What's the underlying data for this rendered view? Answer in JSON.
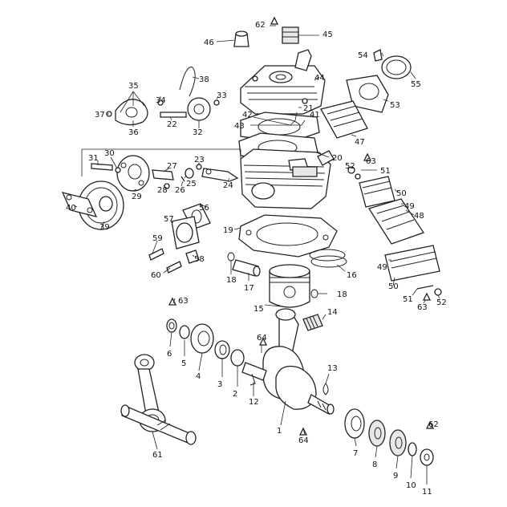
{
  "labels": {
    "l1": "1",
    "l2": "2",
    "l3": "3",
    "l4": "4",
    "l5": "5",
    "l6": "6",
    "l7": "7",
    "l8": "8",
    "l9": "9",
    "l10": "10",
    "l11": "11",
    "l12": "12",
    "l13": "13",
    "l14": "14",
    "l15": "15",
    "l16": "16",
    "l17": "17",
    "l18a": "18",
    "l18b": "18",
    "l19": "19",
    "l20": "20",
    "l21": "21",
    "l22": "22",
    "l23": "23",
    "l24": "24",
    "l25": "25",
    "l26": "26",
    "l27": "27",
    "l28": "28",
    "l29": "29",
    "l30": "30",
    "l31": "31",
    "l32": "32",
    "l33": "33",
    "l34": "34",
    "l35": "35",
    "l36": "36",
    "l37": "37",
    "l38": "38",
    "l39": "39",
    "l40": "40",
    "l41": "41",
    "l42": "42",
    "l43": "43",
    "l44": "44",
    "l45": "45",
    "l46": "46",
    "l47": "47",
    "l48": "48",
    "l49a": "49",
    "l49b": "49",
    "l50a": "50",
    "l50b": "50",
    "l51a": "51",
    "l51b": "51",
    "l52a": "52",
    "l52b": "52",
    "l53": "53",
    "l54": "54",
    "l55": "55",
    "l56": "56",
    "l57": "57",
    "l58": "58",
    "l59": "59",
    "l60": "60",
    "l61": "61",
    "l62a": "62",
    "l62b": "62",
    "l63a": "63",
    "l63b": "63",
    "l63c": "63",
    "l64a": "64",
    "l64b": "64"
  }
}
